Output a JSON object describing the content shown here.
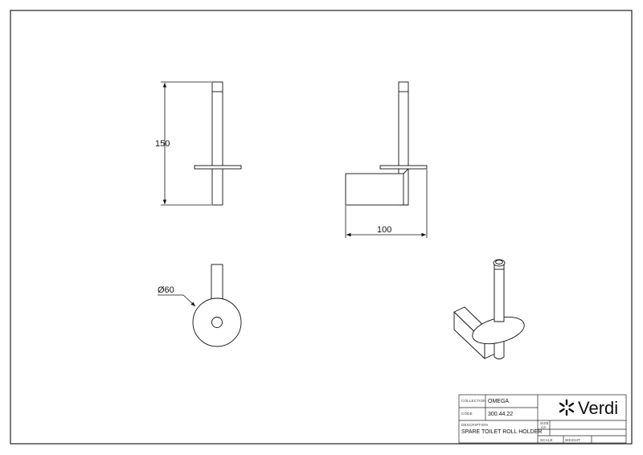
{
  "dimensions": {
    "height": "150",
    "width": "100",
    "diameter": "Ø60"
  },
  "title_block": {
    "collection_label": "COLLECTION",
    "collection_value": "OMEGA",
    "code_label": "CODE",
    "code_value": "300.44.22",
    "description_label": "DESCRIPTION",
    "description_value": "SPARE TOILET ROLL HOLDER",
    "size_label": "SIZE",
    "size_value": "A3",
    "scale_label": "SCALE",
    "weight_label": "WEIGHT",
    "logo_text": "Verdi",
    "logo_icon": "asterisk-logo-icon"
  }
}
